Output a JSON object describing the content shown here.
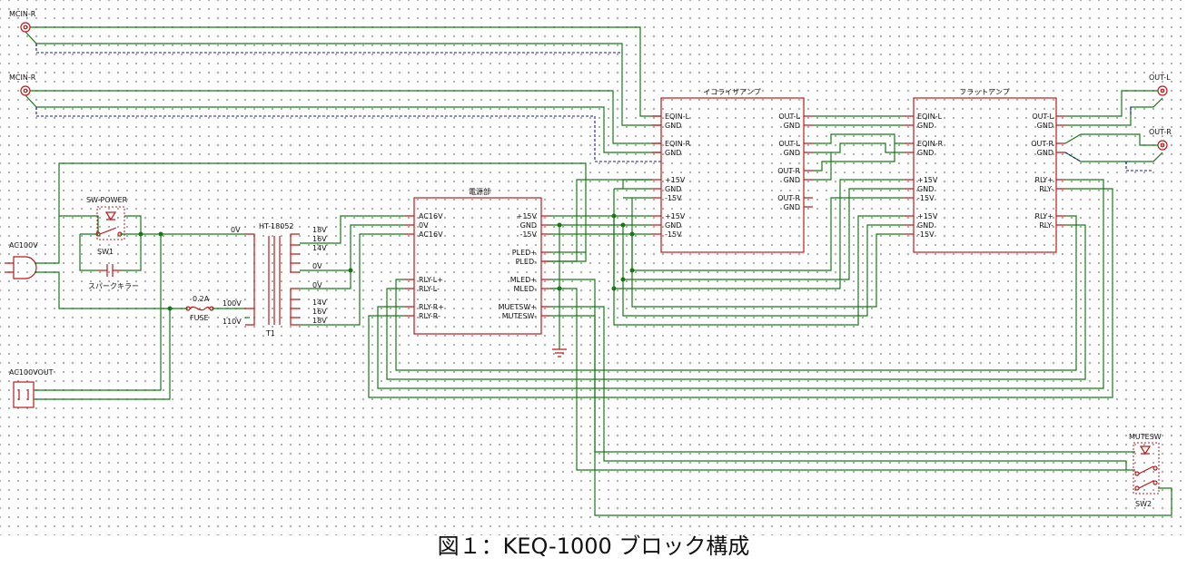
{
  "caption": "図１：KEQ-1000 ブロック構成",
  "inputs": {
    "top": "MCIN-R",
    "second": "MCIN-R"
  },
  "outputs": {
    "left": "OUT-L",
    "right": "OUT-R"
  },
  "power": {
    "ac_in": "AC100V",
    "ac_out": "AC100VOUT",
    "switch_title": "SW-POWER",
    "switch_ref": "SW1",
    "killer": "スパークキラー",
    "fuse_rating": "0.2A",
    "fuse_label": "FUSE"
  },
  "transformer": {
    "model": "HT-18052",
    "ref": "T1",
    "primary": [
      "0V",
      "100V",
      "110V"
    ],
    "secondary_top": [
      "18V",
      "16V",
      "14V",
      "0V"
    ],
    "secondary_bottom": [
      "0V",
      "14V",
      "16V",
      "18V"
    ]
  },
  "psu": {
    "title": "電源部",
    "left_pins": [
      "AC16V",
      "0V",
      "AC16V",
      "RLY-L+",
      "RLY-L-",
      "RLY-R+",
      "RLY-R-"
    ],
    "right_pins": [
      "+15V",
      "GND",
      "-15V",
      "PLED+",
      "PLED-",
      "MLED+",
      "MLED-",
      "MUETSW+",
      "MUTESW-"
    ]
  },
  "eq": {
    "title": "イコライザアンプ",
    "left_pins": [
      "EQIN-L",
      "GND",
      "EQIN-R",
      "GND",
      "+15V",
      "GND",
      "-15V",
      "+15V",
      "GND",
      "-15V"
    ],
    "right_pins": [
      "OUT-L",
      "GND",
      "OUT-L",
      "GND",
      "OUT-R",
      "GND",
      "OUT-R",
      "GND"
    ]
  },
  "flat": {
    "title": "フラットアンプ",
    "left_pins": [
      "EQIN-L",
      "GND",
      "EQIN-R",
      "GND",
      "+15V",
      "GND",
      "-15V",
      "+15V",
      "GND",
      "-15V"
    ],
    "right_pins": [
      "OUT-L",
      "GND",
      "OUT-R",
      "GND",
      "RLY+",
      "RLY-",
      "RLY+",
      "RLY-"
    ]
  },
  "mute": {
    "title": "MUTESW",
    "ref": "SW2"
  }
}
